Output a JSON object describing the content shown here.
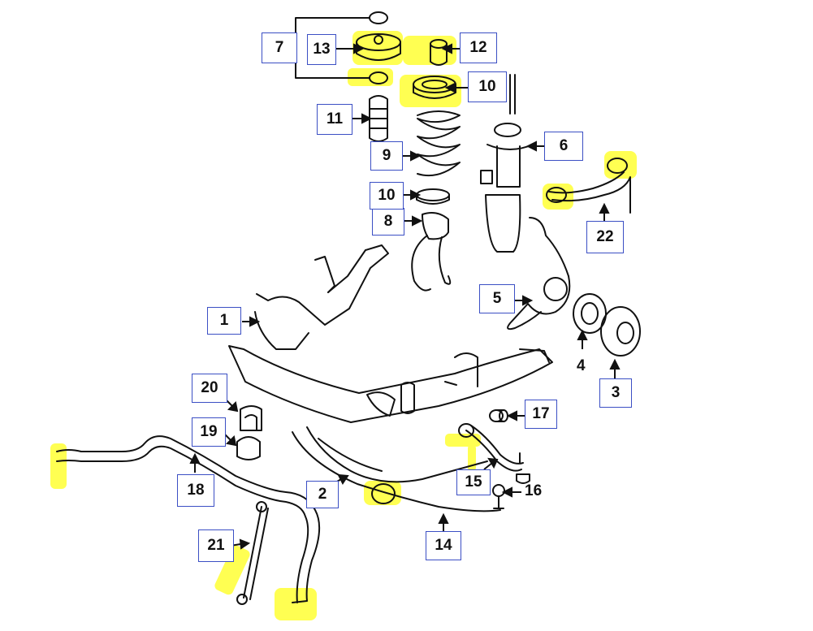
{
  "diagram": {
    "highlight_color": "#ffff33",
    "box_border_color": "#3b4fc4",
    "line_color": "#111111",
    "callouts": [
      {
        "id": "c1",
        "label": "1"
      },
      {
        "id": "c2",
        "label": "2"
      },
      {
        "id": "c3",
        "label": "3"
      },
      {
        "id": "c4",
        "label": "4"
      },
      {
        "id": "c5",
        "label": "5"
      },
      {
        "id": "c6",
        "label": "6"
      },
      {
        "id": "c7",
        "label": "7"
      },
      {
        "id": "c8",
        "label": "8"
      },
      {
        "id": "c9",
        "label": "9"
      },
      {
        "id": "c10a",
        "label": "10"
      },
      {
        "id": "c10b",
        "label": "10"
      },
      {
        "id": "c11",
        "label": "11"
      },
      {
        "id": "c12",
        "label": "12"
      },
      {
        "id": "c13",
        "label": "13"
      },
      {
        "id": "c14",
        "label": "14"
      },
      {
        "id": "c15",
        "label": "15"
      },
      {
        "id": "c16",
        "label": "16"
      },
      {
        "id": "c17",
        "label": "17"
      },
      {
        "id": "c18",
        "label": "18"
      },
      {
        "id": "c19",
        "label": "19"
      },
      {
        "id": "c20",
        "label": "20"
      },
      {
        "id": "c21",
        "label": "21"
      },
      {
        "id": "c22",
        "label": "22"
      }
    ]
  }
}
